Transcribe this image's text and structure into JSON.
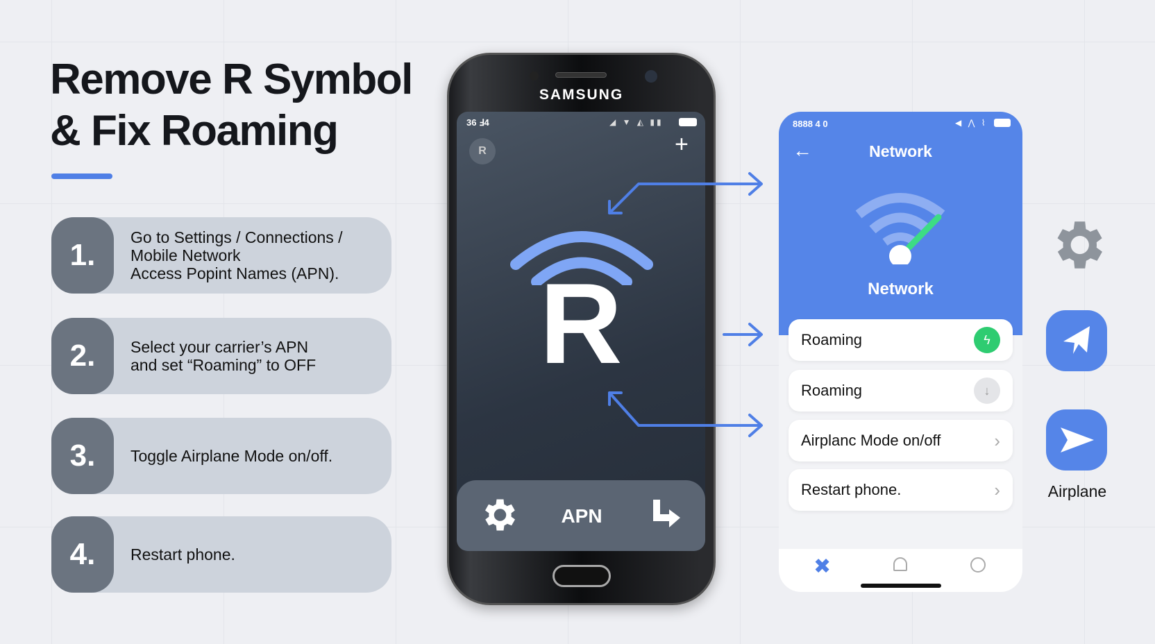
{
  "title": {
    "line1": "Remove R Symbol",
    "line2": "& Fix Roaming"
  },
  "steps": [
    {
      "number": "1.",
      "text": "Go to Settings / Connections /\nMobile Network\nAccess Popint Names (APN)."
    },
    {
      "number": "2.",
      "text": "Select your carrier’s APN\nand set “Roaming” to OFF"
    },
    {
      "number": "3.",
      "text": "Toggle Airplane Mode on/off."
    },
    {
      "number": "4.",
      "text": "Restart phone."
    }
  ],
  "phone": {
    "brand": "SAMSUNG",
    "status_left": "36 Ⅎ4",
    "roaming_letter": "R",
    "dock_label": "APN"
  },
  "panel": {
    "status_left": "8888 4 0",
    "header_title": "Network",
    "hero_label": "Network",
    "items": [
      {
        "label": "Roaming",
        "control": "toggle-on"
      },
      {
        "label": "Roaming",
        "control": "toggle-off"
      },
      {
        "label": "Airplanc Mode on/off",
        "control": "chevron"
      },
      {
        "label": "Restart phone.",
        "control": "chevron"
      }
    ]
  },
  "side": {
    "airplane_label": "Airplane"
  },
  "colors": {
    "accent": "#4f7fe6",
    "panel_blue": "#5585e8",
    "toggle_on": "#2ecc71",
    "step_card": "#cdd3dc",
    "step_number": "#6b7480"
  }
}
